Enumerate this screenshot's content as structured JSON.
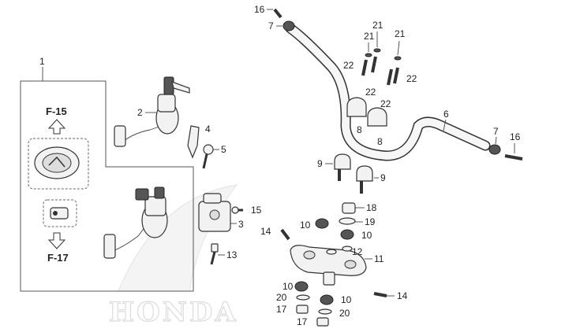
{
  "callouts": {
    "c1": "1",
    "c2": "2",
    "c3": "3",
    "c4": "4",
    "c5": "5",
    "c6": "6",
    "c7a": "7",
    "c7b": "7",
    "c8a": "8",
    "c8b": "8",
    "c9a": "9",
    "c9b": "9",
    "c10a": "10",
    "c10b": "10",
    "c10c": "10",
    "c10d": "10",
    "c11": "11",
    "c12": "12",
    "c13": "13",
    "c14a": "14",
    "c14b": "14",
    "c15": "15",
    "c16a": "16",
    "c16b": "16",
    "c17a": "17",
    "c17b": "17",
    "c18": "18",
    "c19": "19",
    "c20a": "20",
    "c20b": "20",
    "c21a": "21",
    "c21b": "21",
    "c21c": "21",
    "c22a": "22",
    "c22b": "22",
    "c22c": "22",
    "c22d": "22"
  },
  "refs": {
    "up": "F-15",
    "down": "F-17"
  },
  "watermark": "HONDA"
}
